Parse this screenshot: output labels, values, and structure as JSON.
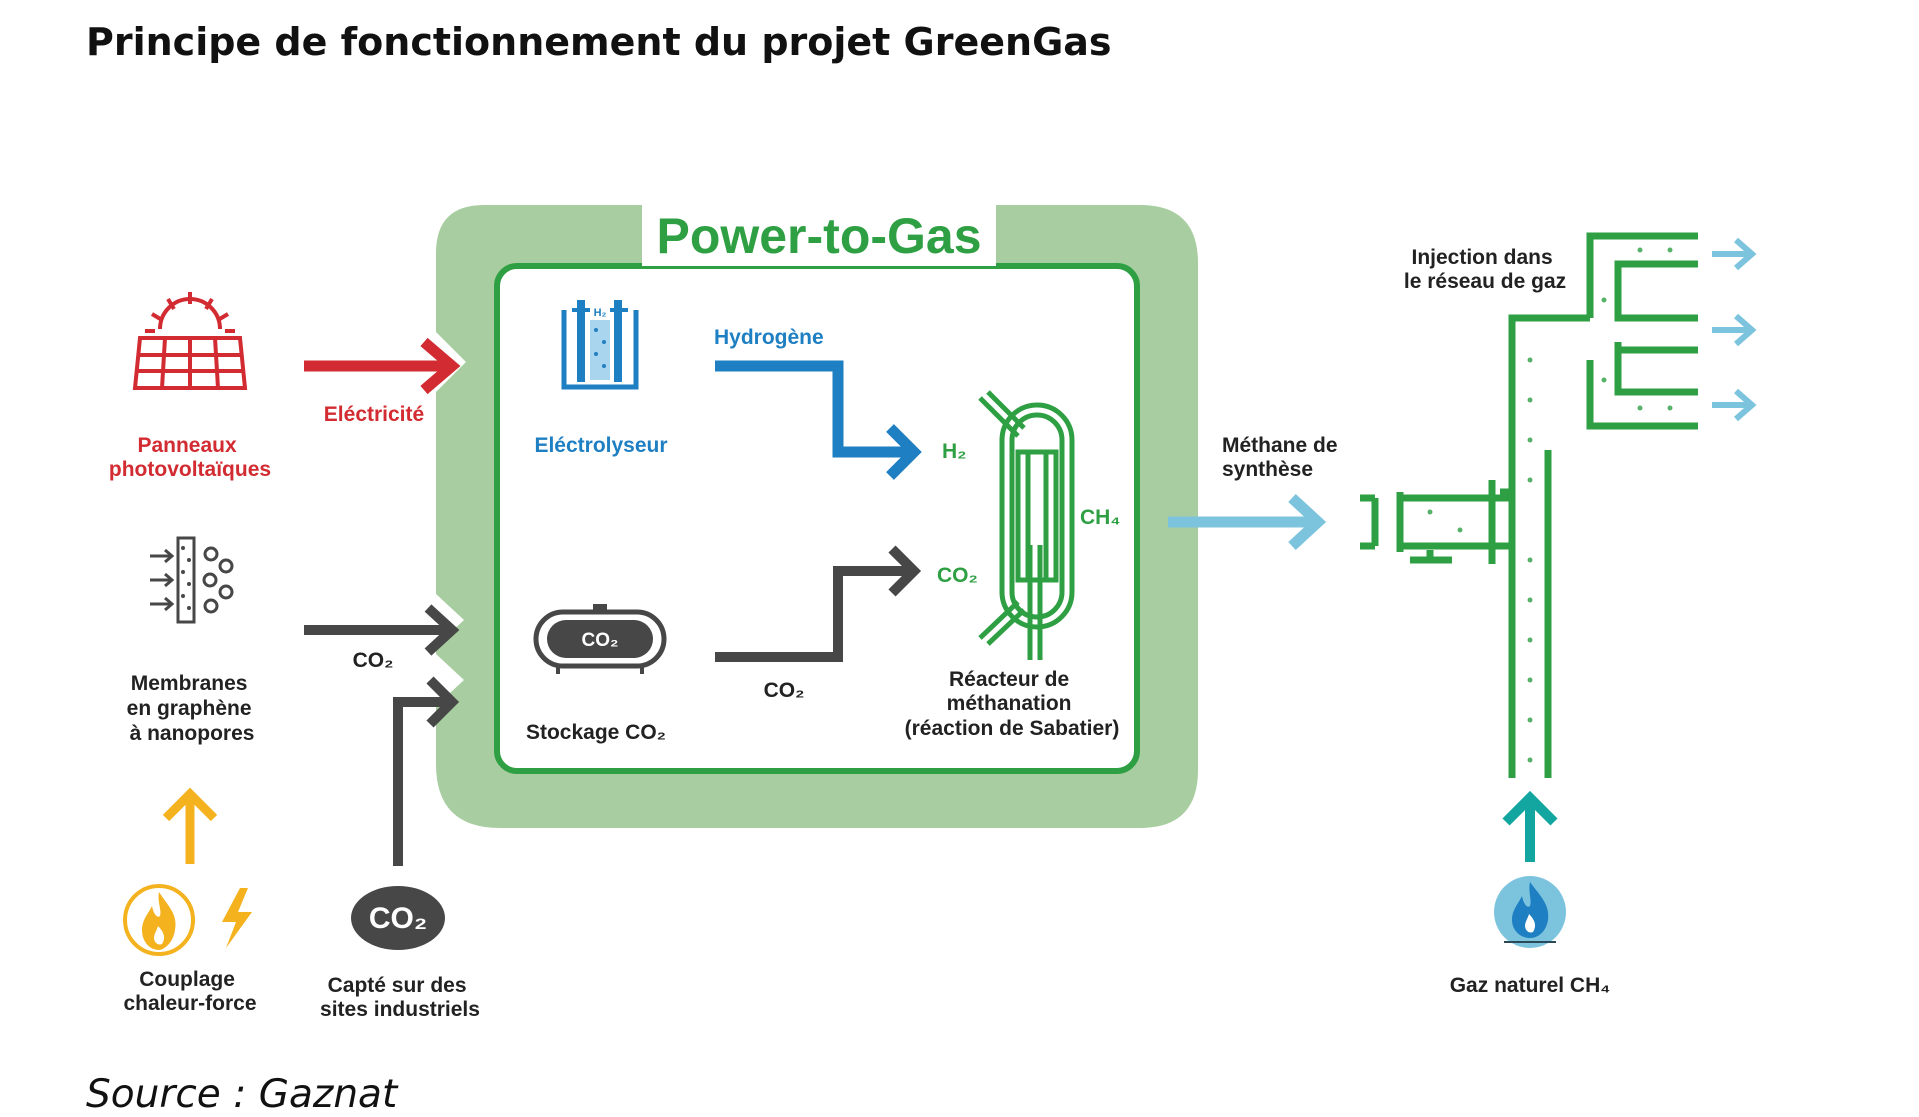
{
  "title": "Principe de fonctionnement du projet GreenGas",
  "source": "Source : Gaznat",
  "colors": {
    "red": "#d22b31",
    "blue": "#1e7fc2",
    "green": "#2ea043",
    "light_green": "#a8cda0",
    "dark": "#474747",
    "light_blue": "#7cc4de",
    "teal": "#13a6a0",
    "yellow": "#f5b21f"
  },
  "labels": {
    "power_to_gas": "Power-to-Gas",
    "panneaux_1": "Panneaux",
    "panneaux_2": "photovoltaïques",
    "electricite": "Eléctricité",
    "membranes_1": "Membranes",
    "membranes_2": "en graphène",
    "membranes_3": "à nanopores",
    "co2_membrane": "CO₂",
    "couplage_1": "Couplage",
    "couplage_2": "chaleur-force",
    "co2_badge": "CO₂",
    "capte_1": "Capté sur des",
    "capte_2": "sites industriels",
    "electrolyseur": "Eléctrolyseur",
    "hydrogene": "Hydrogène",
    "h2": "H₂",
    "co2_tank": "CO₂",
    "stockage": "Stockage CO₂",
    "co2_pipe": "CO₂",
    "co2_reactor": "CO₂",
    "ch4": "CH₄",
    "reacteur_1": "Réacteur de",
    "reacteur_2": "méthanation",
    "reacteur_3": "(réaction de Sabatier)",
    "methane_1": "Méthane de",
    "methane_2": "synthèse",
    "injection_1": "Injection dans",
    "injection_2": "le réseau de gaz",
    "gaz_naturel": "Gaz naturel CH₄",
    "electrolyser_h2": "H₂"
  },
  "icons": {
    "solar": "solar-panel-icon",
    "membrane": "membrane-icon",
    "chp_flame": "flame-icon",
    "lightning": "lightning-icon",
    "electrolyser": "electrolyser-icon",
    "tank": "co2-tank-icon",
    "reactor": "reactor-icon",
    "gas_network": "gas-network-icon",
    "natural_gas": "natural-gas-flame-icon"
  }
}
